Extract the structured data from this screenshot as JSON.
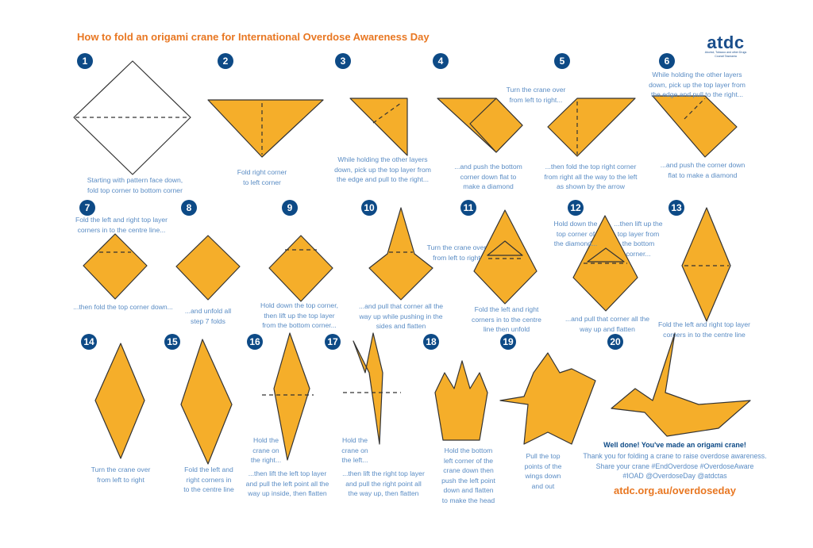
{
  "title": "How to fold an origami crane for International Overdose Awareness Day",
  "logo": {
    "word": "atdc",
    "subtitle": "Alcohol, Tobacco and other Drugs Council Tasmania"
  },
  "colors": {
    "accent": "#E87722",
    "paper": "#F5AE2A",
    "badge": "#0D4A86",
    "caption": "#5A8CC4"
  },
  "steps": [
    {
      "number": "1",
      "captions": [
        [
          "Starting with pattern face down,",
          "fold top corner to bottom corner"
        ]
      ]
    },
    {
      "number": "2",
      "captions": [
        [
          "Fold right corner",
          "to left corner"
        ]
      ]
    },
    {
      "number": "3",
      "captions": [
        [
          "While holding the other layers",
          "down, pick up the top layer from",
          "the edge and pull to the right..."
        ]
      ]
    },
    {
      "number": "4",
      "captions": [
        [
          "...and push the bottom",
          "corner down flat to",
          "make a diamond"
        ]
      ]
    },
    {
      "number": "5",
      "captions": [
        [
          "Turn the crane over",
          "from left to right..."
        ],
        [
          "...then fold the top right corner",
          "from right all the way to the left",
          "as shown by the arrow"
        ]
      ]
    },
    {
      "number": "6",
      "captions": [
        [
          "While holding the other layers",
          "down, pick up the top layer from",
          "the edge and pull to the right..."
        ],
        [
          "...and push the corner down",
          "flat to make a diamond"
        ]
      ]
    },
    {
      "number": "7",
      "captions": [
        [
          "Fold the left and right top layer",
          "corners in to the centre line..."
        ],
        [
          "...then fold the top corner down..."
        ]
      ]
    },
    {
      "number": "8",
      "captions": [
        [
          "...and unfold all",
          "step 7 folds"
        ]
      ]
    },
    {
      "number": "9",
      "captions": [
        [
          "Hold down the top corner,",
          "then lift up the top layer",
          "from the bottom corner..."
        ]
      ]
    },
    {
      "number": "10",
      "captions": [
        [
          "...and pull that corner all the",
          "way up while pushing in the",
          "sides and flatten"
        ]
      ]
    },
    {
      "number": "11",
      "captions": [
        [
          "Turn the crane over",
          "from left to right"
        ],
        [
          "Fold the left and right",
          "corners in to the centre",
          "line then unfold"
        ]
      ]
    },
    {
      "number": "12",
      "captions": [
        [
          "Hold down the",
          "top corner of",
          "the diamond..."
        ],
        [
          "...then lift up the",
          "top layer from",
          "the bottom",
          "corner..."
        ],
        [
          "...and pull that corner all the",
          "way up and flatten"
        ]
      ]
    },
    {
      "number": "13",
      "captions": [
        [
          "Fold the left and right top layer",
          "corners in to the centre line"
        ]
      ]
    },
    {
      "number": "14",
      "captions": [
        [
          "Turn the crane over",
          "from left to right"
        ]
      ]
    },
    {
      "number": "15",
      "captions": [
        [
          "Fold the left and",
          "right corners in",
          "to the centre line"
        ]
      ]
    },
    {
      "number": "16",
      "captions": [
        [
          "Hold the",
          "crane on",
          "the right..."
        ],
        [
          "...then lift the left top layer",
          "and pull the left point all the",
          "way up inside, then flatten"
        ]
      ]
    },
    {
      "number": "17",
      "captions": [
        [
          "Hold the",
          "crane on",
          "the left..."
        ],
        [
          "...then lift the right top layer",
          "and pull the right point all",
          "the way up, then flatten"
        ]
      ]
    },
    {
      "number": "18",
      "captions": [
        [
          "Hold the bottom",
          "left corner of the",
          "crane down then",
          "push the left point",
          "down and flatten",
          "to make the head"
        ]
      ]
    },
    {
      "number": "19",
      "captions": [
        [
          "Pull the top",
          "points of the",
          "wings down",
          "and out"
        ]
      ]
    },
    {
      "number": "20",
      "captions": []
    }
  ],
  "finish": {
    "title": "Well done! You've made an origami crane!",
    "lines": [
      "Thank you for folding a crane to raise overdose awareness.",
      "Share your crane #EndOverdose #OverdoseAware",
      "#IOAD @OverdoseDay @atdctas"
    ],
    "url": "atdc.org.au/overdoseday"
  }
}
